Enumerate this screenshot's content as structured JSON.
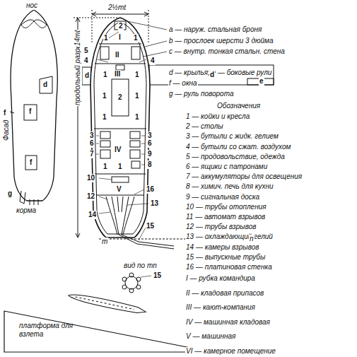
{
  "diagram": {
    "labels": [
      "нос",
      "Фасад",
      "f",
      "d",
      "f",
      "f",
      "g",
      "корма",
      "2½mt",
      "продольный разрез",
      "14mt",
      "a — наруж. стальная броня",
      "b — прослоек шерсти 3 дюйма",
      "c — внутр. тонкая стальн. стена",
      "d — крылья; e — боковые рули",
      "f — окна",
      "g — руль поворота",
      "Обозначения",
      "1 — койки и кресла",
      "2 — столы",
      "3 — бутыли с жидк. гелием",
      "4 — бутыли со сжат. воздухом",
      "5 — продовольствие, одежда",
      "6 — ящики с патронами",
      "7 — аккумуляторы для освещения",
      "8 — химич. печь для кухни",
      "9 — сигнальная доска",
      "10 — трубы отопления",
      "11 — автомат взрывов",
      "12 — трубы взрывов",
      "13 — охлаждающий гелий",
      "14 — камеры взрывов",
      "15 — выпускные трубы",
      "16 — платиновая стенка",
      "I — рубка командира",
      "II — кладовая припасов",
      "III — кают-компания",
      "IV — машинная кладовая",
      "V — машинная",
      "VI — камерное помещение",
      "2",
      "I",
      "1",
      "1",
      "5",
      "4",
      "II",
      "4",
      "III",
      "1",
      "1",
      "d",
      "d",
      "e",
      "2",
      "1",
      "1",
      "1",
      "1",
      "3",
      "6",
      "7",
      "3",
      "6",
      "9",
      "8",
      "IV",
      "1",
      "1",
      "V",
      "10",
      "16",
      "12",
      "13",
      "14",
      "15",
      "m",
      "n",
      "вид по mn",
      "15",
      "платформа для взлета"
    ]
  }
}
